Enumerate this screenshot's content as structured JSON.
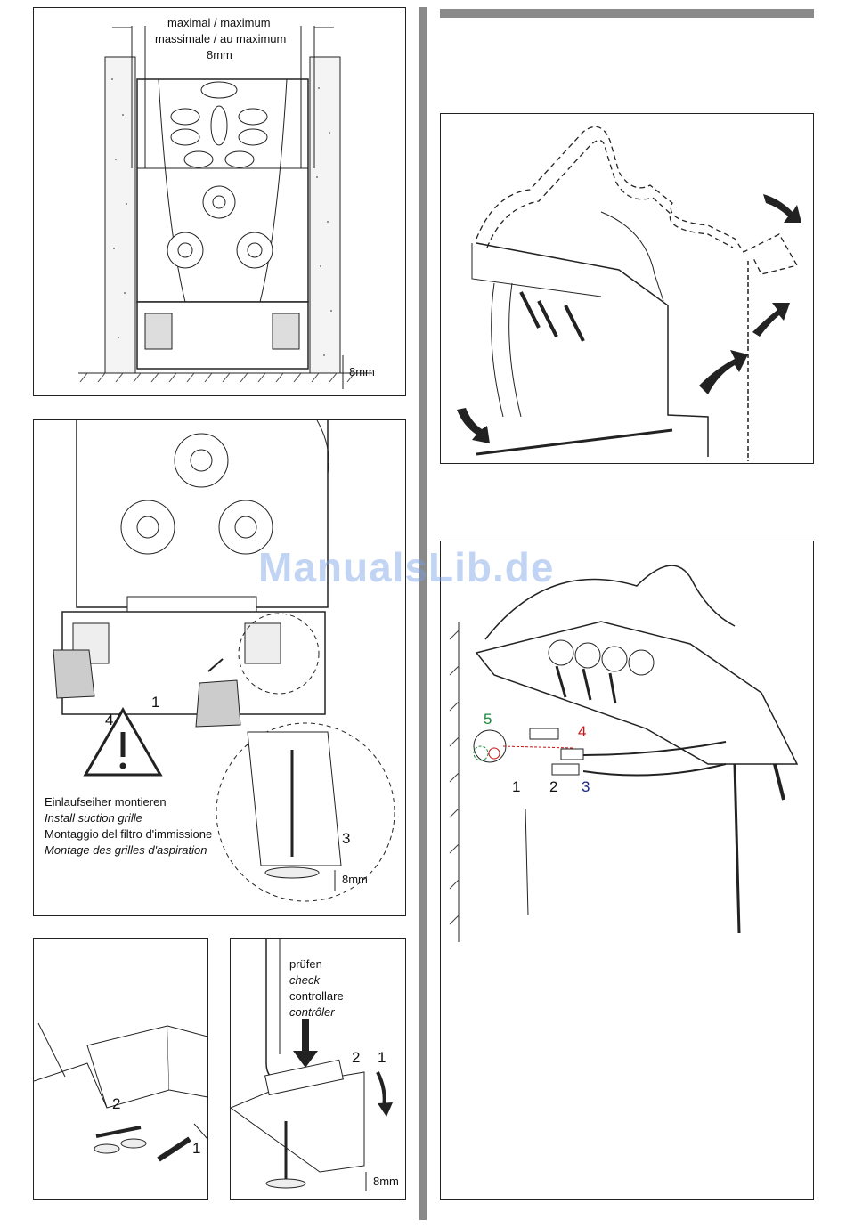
{
  "watermark": "ManualsLib.de",
  "panel_a": {
    "dim_top_1": "maximal / maximum",
    "dim_top_2": "massimale / au maximum",
    "dim_top_3": "8mm",
    "dim_bottom": "8mm"
  },
  "panel_b": {
    "label_1": "1",
    "label_3": "3",
    "label_4": "4",
    "dim": "8mm",
    "caption_de": "Einlaufseiher montieren",
    "caption_en": "Install suction grille",
    "caption_it": "Montaggio del filtro d'immissione",
    "caption_fr": "Montage des grilles d'aspiration"
  },
  "panel_c": {
    "label_2": "2",
    "label_1": "1"
  },
  "panel_d": {
    "check_de": "prüfen",
    "check_en": "check",
    "check_it": "controllare",
    "check_fr": "contrôler",
    "label_2": "2",
    "label_1": "1",
    "dim": "8mm"
  },
  "panel_f": {
    "label_5": "5",
    "label_4": "4",
    "label_1": "1",
    "label_2": "2",
    "label_3": "3"
  },
  "colors": {
    "label_5": "#1a8a3a",
    "label_4": "#cc1111",
    "label_3": "#1a2a8a",
    "bars": "#8a8a8a"
  }
}
